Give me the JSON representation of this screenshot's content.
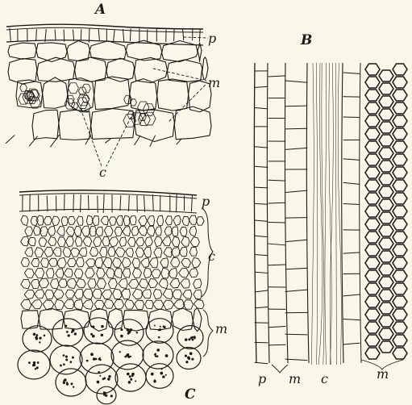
{
  "panels": {
    "A": {
      "label": "A",
      "parts": {
        "p": "p",
        "m": "m",
        "c": "c"
      }
    },
    "B": {
      "label": "B",
      "parts": {
        "p": "p",
        "m_inner": "m",
        "c": "c",
        "m_outer": "m"
      }
    },
    "C": {
      "label": "C",
      "parts": {
        "p": "p",
        "c": "c",
        "m": "m"
      }
    }
  },
  "colors": {
    "background": "#fbf6ea",
    "ink": "#1c1a16"
  }
}
